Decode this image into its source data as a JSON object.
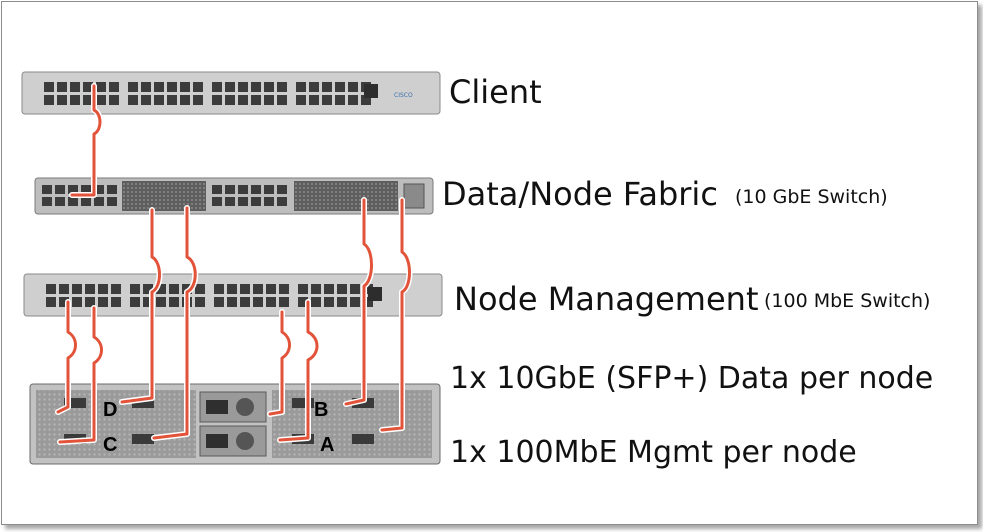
{
  "labels": {
    "client": "Client",
    "fabric": "Data/Node Fabric",
    "fabric_note": "(10 GbE Switch)",
    "mgmt": "Node Management",
    "mgmt_note": "(100 MbE Switch)",
    "data_line": "1x 10GbE (SFP+) Data per node",
    "mgmt_line": "1x 100MbE Mgmt per node"
  },
  "devices": {
    "client_switch_logo": "CISCO"
  },
  "node_letters": [
    "A",
    "B",
    "C",
    "D"
  ],
  "colors": {
    "cable": "#e2533a",
    "cable_outline": "#ffffff",
    "chassis": "#c9c9c9",
    "chassis_dark": "#6b6b6b",
    "port": "#3c3c3c"
  }
}
